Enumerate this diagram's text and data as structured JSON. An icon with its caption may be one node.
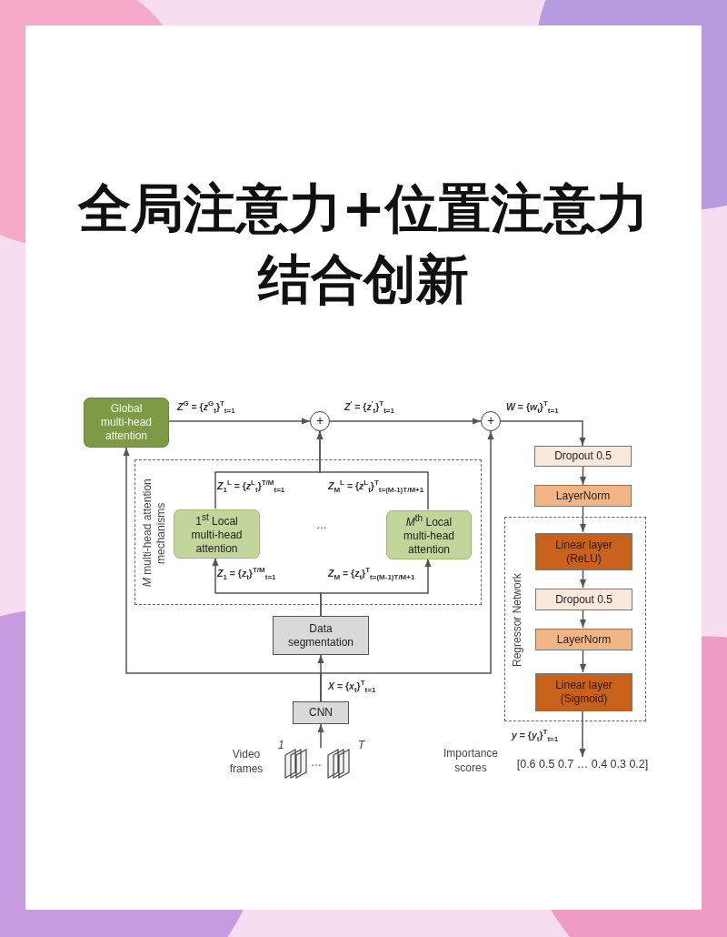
{
  "diagram": {
    "title": "全局注意力+位置注意力结合创新",
    "nodes": [
      {
        "text": [
          "Global multi-head attention"
        ]
      },
      {
        "text": [
          "+"
        ]
      },
      {
        "text": [
          "+"
        ]
      },
      {
        "text": [
          "*M* multi-head attention mechanisms"
        ]
      },
      {
        "text": [
          "1$^{st}$ Local multi-head attention"
        ],
        "in": 3
      },
      {
        "text": [
          "*M*$^{th}$ Local multi-head attention"
        ],
        "in": 3
      },
      {
        "text": [
          "Data segmentation"
        ]
      },
      {
        "text": [
          "CNN"
        ]
      },
      {
        "text": [],
        "shape": "picture",
        "beside": [
          "Video frames"
        ]
      },
      {
        "text": [
          "Dropout 0.5"
        ]
      },
      {
        "text": [
          "LayerNorm"
        ]
      },
      {
        "text": [
          "Regressor Network"
        ]
      },
      {
        "text": [
          "Linear layer (ReLU)"
        ],
        "in": 11
      },
      {
        "text": [
          "Dropout 0.5"
        ],
        "in": 11
      },
      {
        "text": [
          "LayerNorm"
        ],
        "in": 11
      },
      {
        "text": [
          "Linear layer (Sigmoid)"
        ],
        "in": 11
      },
      {
        "text": [
          "[0.6 0.5 0.7 … 0.4 0.3 0.2]"
        ],
        "beside": [
          "Importance scores"
        ]
      }
    ],
    "edges": [
      {
        "from": 0,
        "to": 1,
        "arrow": "to",
        "label": "*Z*$^{G}$ = {*z*$^{G}$$_{t}$}$^{T}$$_{t=1}$"
      },
      {
        "from": 1,
        "to": 2,
        "arrow": "to",
        "label": "*Z*$^{'}$ = {*z*$^{'}$$_{t}$}$^{T}$$_{t=1}$"
      },
      {
        "from": 2,
        "to": 9,
        "arrow": "to",
        "label": "*W* = {*w*$_{t}$}$^{T}$$_{t=1}$"
      },
      {
        "from": 9,
        "to": 10,
        "arrow": "to"
      },
      {
        "from": 10,
        "to": 12,
        "arrow": "to"
      },
      {
        "from": 12,
        "to": 13,
        "arrow": "to"
      },
      {
        "from": 13,
        "to": 14,
        "arrow": "to"
      },
      {
        "from": 14,
        "to": 15,
        "arrow": "to"
      },
      {
        "from": 15,
        "to": 16,
        "arrow": "to",
        "label": "*y* = {*y*$_{t}$}$^{T}$$_{t=1}$"
      },
      {
        "from": 4,
        "to": 1,
        "arrow": "to",
        "label": "*Z*$_{1}$$^{L}$ = {*z*$^{L}$$_{t}$}$^{T/M}$$_{t=1}$"
      },
      {
        "from": 5,
        "to": 1,
        "arrow": "to",
        "label": "*Z*$_{M}$$^{L}$ = {*z*$^{L}$$_{t}$}$^{T}$$_{t=(M-1)T/M+1}$"
      },
      {
        "from": 6,
        "to": 4,
        "arrow": "to",
        "label": "*Z*$_{1}$ = {*z*$_{t}$}$^{T/M}$$_{t=1}$"
      },
      {
        "from": 6,
        "to": 5,
        "arrow": "to",
        "label": "*Z*$_{M}$ = {*z*$_{t}$}$^{T}$$_{t=(M-1)T/M+1}$"
      },
      {
        "from": 7,
        "to": 6,
        "arrow": "to",
        "label": "*X* = {*x*$_{t}$}$^{T}$$_{t=1}$"
      },
      {
        "from": 7,
        "to": 0,
        "arrow": "to"
      },
      {
        "from": 7,
        "to": 2,
        "arrow": "to"
      },
      {
        "from": 8,
        "to": 7,
        "arrow": "to"
      }
    ],
    "labels": [
      "…",
      "1",
      "…",
      "T"
    ]
  }
}
